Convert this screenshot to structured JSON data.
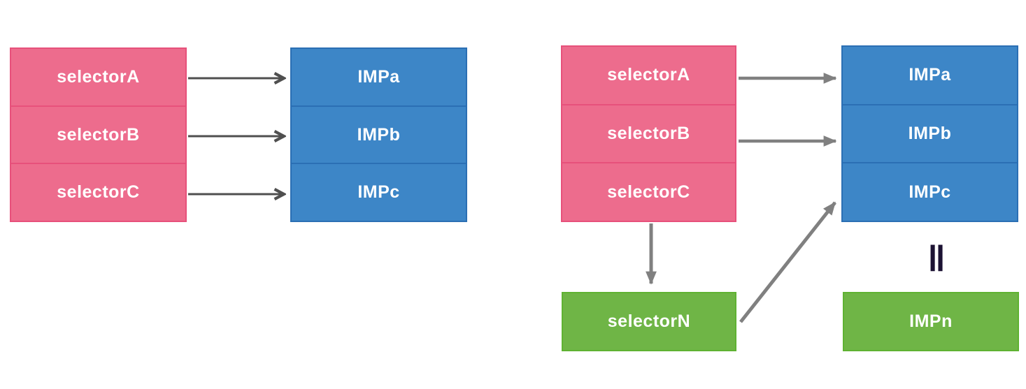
{
  "colors": {
    "selector_fill": "#ED6C8D",
    "selector_border": "#E7517B",
    "imp_fill": "#3D86C7",
    "imp_border": "#2B6FB4",
    "new_fill": "#6FB546",
    "new_border": "#5FB232",
    "arrow_dark": "#4F4F4F",
    "arrow_light": "#808080",
    "label_text": "#FFFFFF",
    "equivalence_color": "#1C1233"
  },
  "left_diagram": {
    "selectors": [
      "selectorA",
      "selectorB",
      "selectorC"
    ],
    "imps": [
      "IMPa",
      "IMPb",
      "IMPc"
    ],
    "edges": [
      {
        "from": "selectorA",
        "to": "IMPa"
      },
      {
        "from": "selectorB",
        "to": "IMPb"
      },
      {
        "from": "selectorC",
        "to": "IMPc"
      }
    ]
  },
  "right_diagram": {
    "selectors": [
      "selectorA",
      "selectorB",
      "selectorC"
    ],
    "imps": [
      "IMPa",
      "IMPb",
      "IMPc"
    ],
    "new_selector": "selectorN",
    "new_imp": "IMPn",
    "equivalence_symbol": "‖",
    "edges": [
      {
        "from": "selectorA",
        "to": "IMPa"
      },
      {
        "from": "selectorB",
        "to": "IMPb"
      },
      {
        "from": "selectorC",
        "to": "selectorN"
      },
      {
        "from": "selectorN",
        "to": "IMPc"
      }
    ]
  }
}
